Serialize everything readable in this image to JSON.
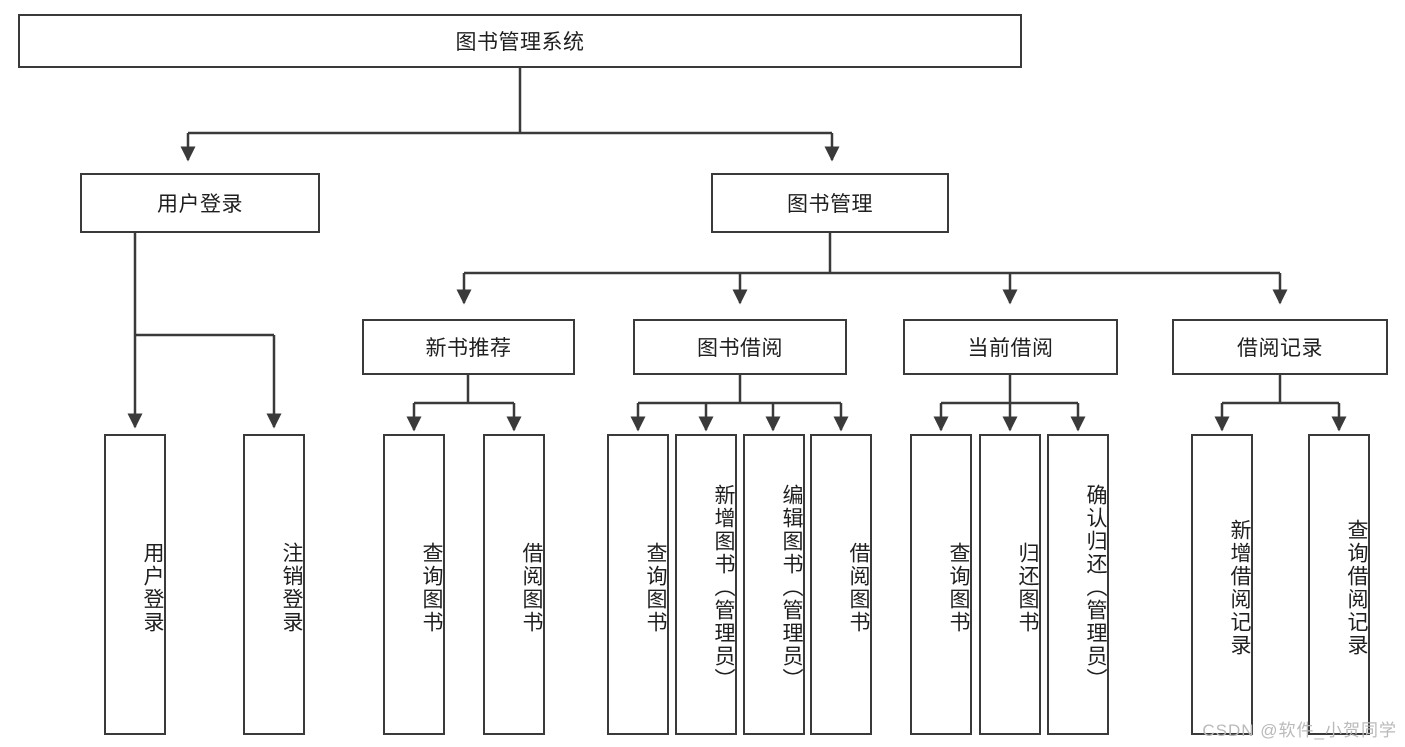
{
  "diagram": {
    "type": "tree-hierarchy",
    "title": "图书管理系统",
    "watermark": "CSDN @软件_小贺同学",
    "colors": {
      "box_border": "#3a3a3a",
      "box_fill": "#ffffff",
      "connector": "#3a3a3a",
      "text": "#1f1f1f",
      "watermark": "#b9b9b9",
      "background": "#ffffff"
    },
    "levels": {
      "root": {
        "label": "图书管理系统"
      },
      "level2": [
        {
          "label": "用户登录"
        },
        {
          "label": "图书管理"
        }
      ],
      "level3": [
        {
          "label": "新书推荐"
        },
        {
          "label": "图书借阅"
        },
        {
          "label": "当前借阅"
        },
        {
          "label": "借阅记录"
        }
      ],
      "leaves": {
        "user_login": [
          {
            "label": "用户登录"
          },
          {
            "label": "注销登录"
          }
        ],
        "new_book": [
          {
            "label": "查询图书"
          },
          {
            "label": "借阅图书"
          }
        ],
        "borrow_book": [
          {
            "label": "查询图书"
          },
          {
            "label": "新增图书（管理员）"
          },
          {
            "label": "编辑图书（管理员）"
          },
          {
            "label": "借阅图书"
          }
        ],
        "current_borrow": [
          {
            "label": "查询图书"
          },
          {
            "label": "归还图书"
          },
          {
            "label": "确认归还（管理员）"
          }
        ],
        "borrow_record": [
          {
            "label": "新增借阅记录"
          },
          {
            "label": "查询借阅记录"
          }
        ]
      }
    }
  }
}
